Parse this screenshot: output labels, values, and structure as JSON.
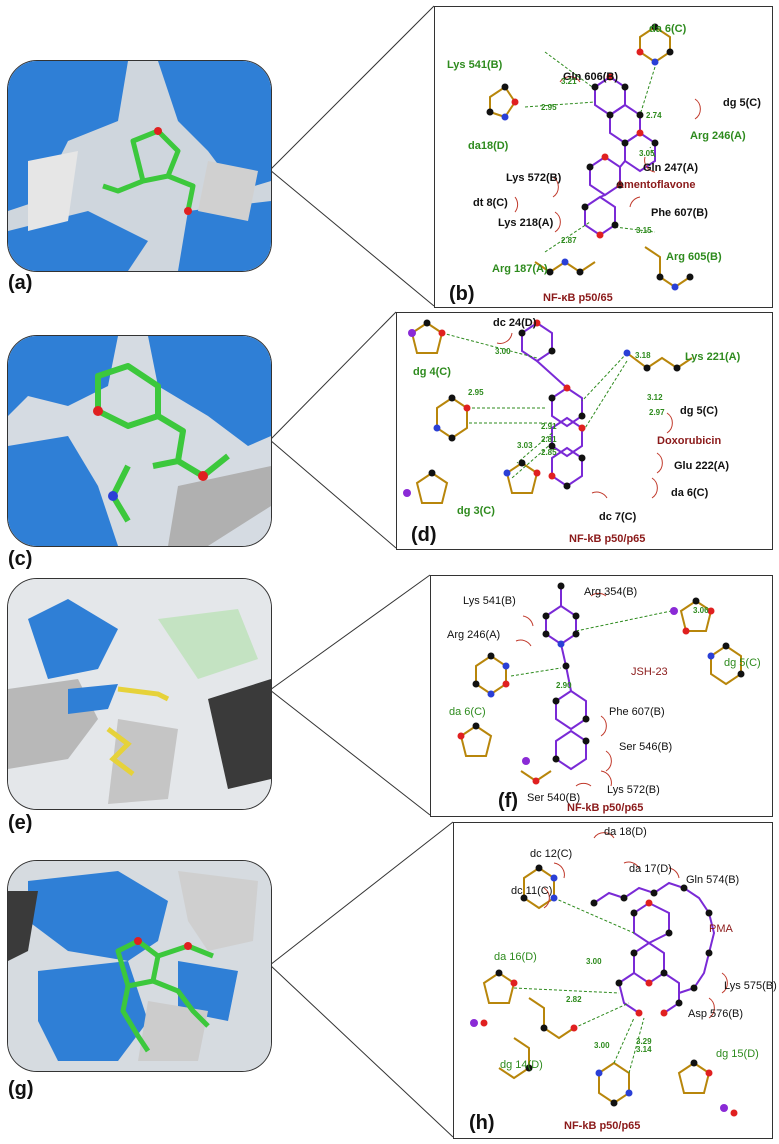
{
  "panel_labels": {
    "a": "(a)",
    "b": "(b)",
    "c": "(c)",
    "d": "(d)",
    "e": "(e)",
    "f": "(f)",
    "g": "(g)",
    "h": "(h)"
  },
  "colors": {
    "protein_surface": "#2f7fd6",
    "surface_grey": "#c8c8c8",
    "ligand_carbon": "#3cc83c",
    "oxygen": "#e02020",
    "nitrogen": "#2a3fd6",
    "phosphorus": "#8a2ad6",
    "hbond": "#2e8b1e",
    "residue_label_green": "#2e8b1e",
    "ligand_name": "#8b1a1a"
  },
  "panel_b": {
    "footer": "NF-κB p50/65",
    "ligand": "Amentoflavone",
    "residues": [
      {
        "text": "Lys 541(B)",
        "style": "green"
      },
      {
        "text": "Gln 606(B)",
        "style": "black"
      },
      {
        "text": "da 6(C)",
        "style": "green"
      },
      {
        "text": "dg 5(C)",
        "style": "black"
      },
      {
        "text": "da18(D)",
        "style": "green"
      },
      {
        "text": "Arg 246(A)",
        "style": "green"
      },
      {
        "text": "Gln 247(A)",
        "style": "black"
      },
      {
        "text": "Lys 572(B)",
        "style": "black"
      },
      {
        "text": "dt 8(C)",
        "style": "black"
      },
      {
        "text": "Lys 218(A)",
        "style": "black"
      },
      {
        "text": "Phe 607(B)",
        "style": "black"
      },
      {
        "text": "Arg 187(A)",
        "style": "green"
      },
      {
        "text": "Arg 605(B)",
        "style": "green"
      }
    ],
    "distances": [
      "3.21",
      "2.95",
      "2.74",
      "3.05",
      "2.87",
      "3.15"
    ]
  },
  "panel_d": {
    "footer": "NF-kB p50/p65",
    "ligand": "Doxorubicin",
    "residues": [
      {
        "text": "dc 24(D)",
        "style": "black"
      },
      {
        "text": "Lys 221(A)",
        "style": "green"
      },
      {
        "text": "dg 4(C)",
        "style": "green"
      },
      {
        "text": "dg 5(C)",
        "style": "black"
      },
      {
        "text": "Glu 222(A)",
        "style": "black"
      },
      {
        "text": "da 6(C)",
        "style": "black"
      },
      {
        "text": "dc 7(C)",
        "style": "black"
      },
      {
        "text": "dg 3(C)",
        "style": "green"
      }
    ],
    "distances": [
      "3.00",
      "3.18",
      "2.95",
      "3.12",
      "2.97",
      "2.91",
      "2.81",
      "3.03",
      "2.85"
    ]
  },
  "panel_f": {
    "footer": "NF-kB p50/p65",
    "ligand": "JSH-23",
    "residues": [
      {
        "text": "Lys 541(B)",
        "style": "black"
      },
      {
        "text": "Arg 354(B)",
        "style": "black"
      },
      {
        "text": "Arg 246(A)",
        "style": "black"
      },
      {
        "text": "dg 5(C)",
        "style": "green"
      },
      {
        "text": "da 6(C)",
        "style": "green"
      },
      {
        "text": "Phe 607(B)",
        "style": "black"
      },
      {
        "text": "Ser 546(B)",
        "style": "black"
      },
      {
        "text": "Lys 572(B)",
        "style": "black"
      },
      {
        "text": "Ser 540(B)",
        "style": "black"
      }
    ],
    "distances": [
      "3.06",
      "2.90"
    ]
  },
  "panel_h": {
    "footer": "NF-kB p50/p65",
    "ligand": "PMA",
    "residues": [
      {
        "text": "da 18(D)",
        "style": "black"
      },
      {
        "text": "dc 12(C)",
        "style": "black"
      },
      {
        "text": "da 17(D)",
        "style": "black"
      },
      {
        "text": "Gln 574(B)",
        "style": "black"
      },
      {
        "text": "dc 11(C)",
        "style": "black"
      },
      {
        "text": "da 16(D)",
        "style": "green"
      },
      {
        "text": "Lys 575(B)",
        "style": "black"
      },
      {
        "text": "Asp 576(B)",
        "style": "black"
      },
      {
        "text": "dg 14(D)",
        "style": "green"
      },
      {
        "text": "dg 15(D)",
        "style": "green"
      }
    ],
    "distances": [
      "3.00",
      "2.82",
      "3.00",
      "3.29",
      "3.14"
    ]
  }
}
